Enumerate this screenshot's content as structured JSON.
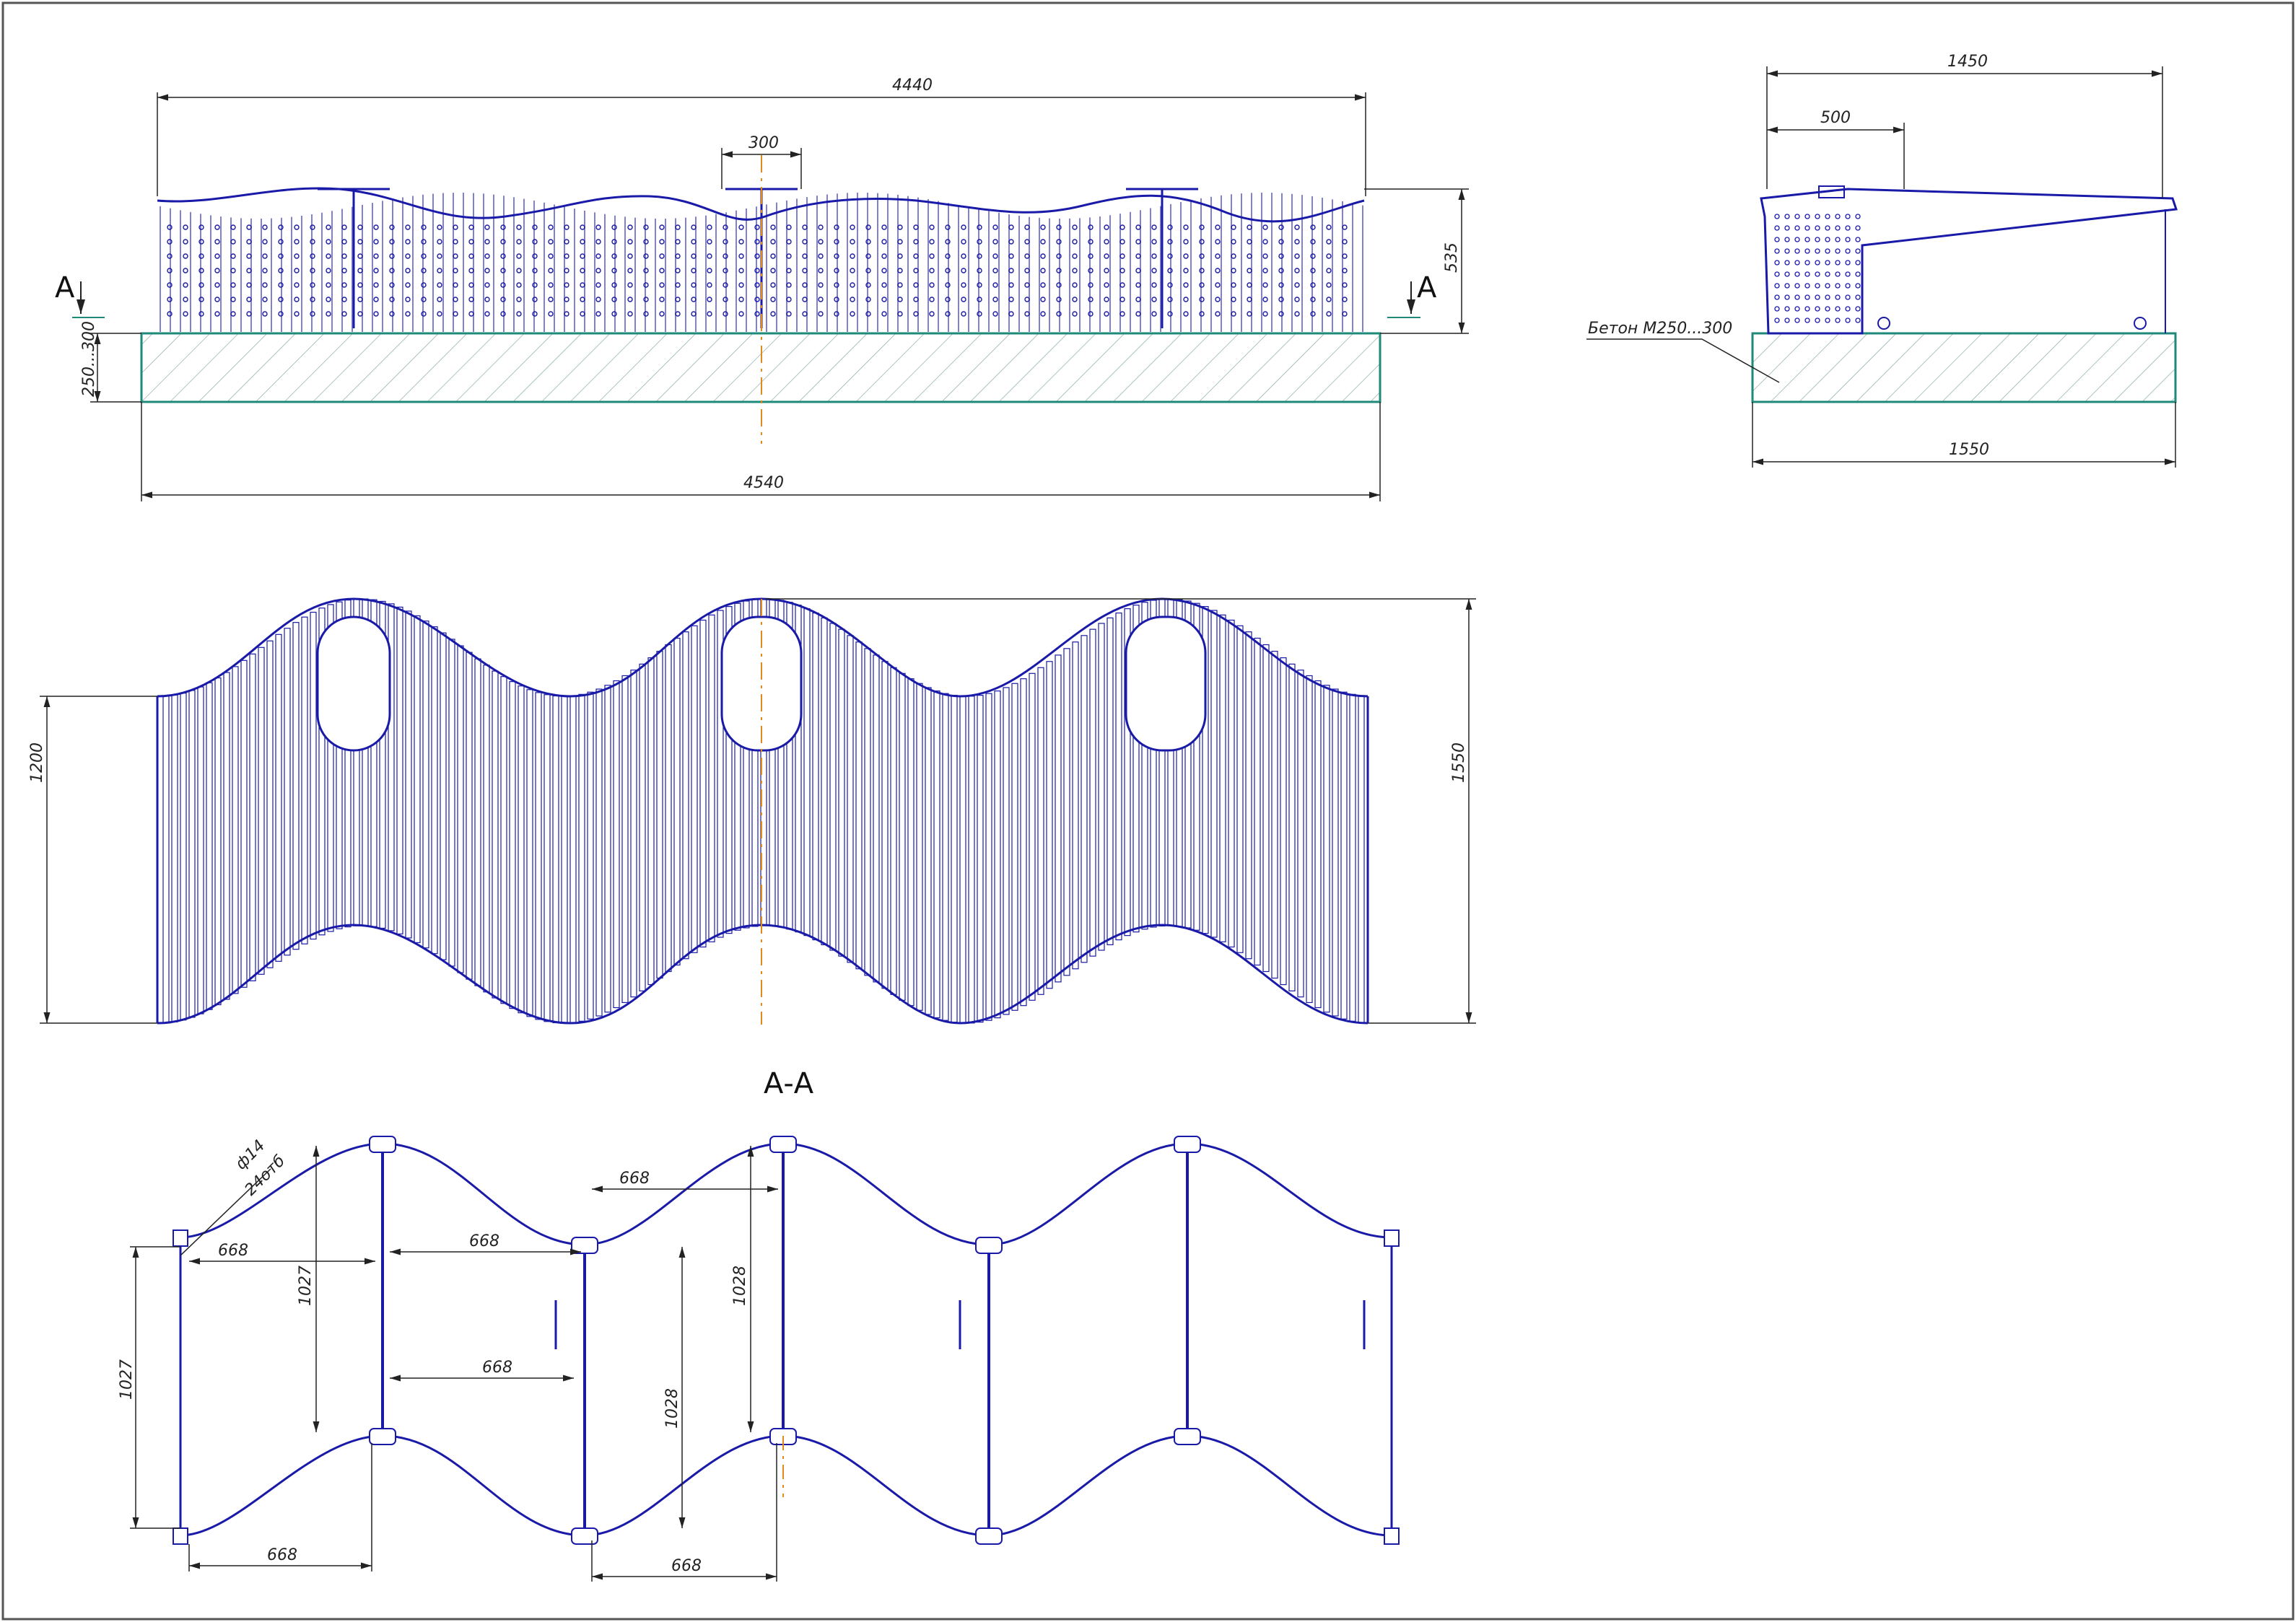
{
  "sheet": {
    "colors": {
      "line": "#1a1aa8",
      "dim": "#222222",
      "concrete": "#1f8a7a",
      "axis": "#e08a1e",
      "frame": "#555555"
    }
  },
  "front_view": {
    "dims": {
      "overall_top": "4440",
      "post_gap": "300",
      "height": "535",
      "base_depth": "250...300",
      "base_length": "4540"
    },
    "section_marks": [
      "A",
      "A"
    ]
  },
  "side_view": {
    "dims": {
      "top": "1450",
      "inner": "500",
      "base": "1550"
    },
    "concrete_label": "Бетон М250...300"
  },
  "plan_view": {
    "dims": {
      "left": "1200",
      "right": "1550"
    }
  },
  "section_aa": {
    "title": "А-А",
    "hole_label_1": "ф14",
    "hole_label_2": "24отб",
    "dims": {
      "d668_1": "668",
      "d668_2": "668",
      "d668_3": "668",
      "d668_4": "668",
      "d668_5": "668",
      "d668_6": "668",
      "h1027_outer": "1027",
      "h1027_inner": "1027",
      "h1028_a": "1028",
      "h1028_b": "1028"
    }
  }
}
